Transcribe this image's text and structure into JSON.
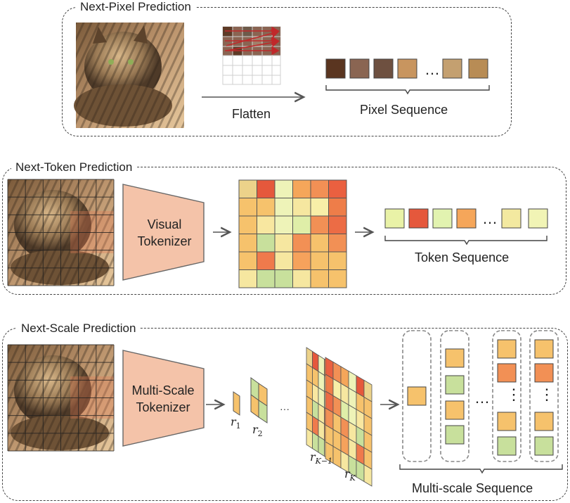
{
  "panel1": {
    "title": "Next-Pixel Prediction",
    "flatten_label": "Flatten",
    "sequence_label": "Pixel Sequence",
    "ellipsis": "…"
  },
  "panel2": {
    "title": "Next-Token Prediction",
    "tokenizer_line1": "Visual",
    "tokenizer_line2": "Tokenizer",
    "sequence_label": "Token Sequence",
    "ellipsis": "…"
  },
  "panel3": {
    "title": "Next-Scale Prediction",
    "tokenizer_line1": "Multi-Scale",
    "tokenizer_line2": "Tokenizer",
    "sequence_label": "Multi-scale Sequence",
    "r1": "r",
    "r1_sub": "1",
    "r2": "r",
    "r2_sub": "2",
    "rk1": "r",
    "rk1_sub": "K−1",
    "rk": "r",
    "rk_sub": "K",
    "ellipsis": "…",
    "vdots": "⋮"
  },
  "colors": {
    "pixel_seq": [
      "#5a3520",
      "#8a6552",
      "#6e5040",
      "#c8955f",
      "#c4a070",
      "#b88c55"
    ],
    "token_seq": [
      "#e9f2a7",
      "#e5583c",
      "#e2f3b0",
      "#f5a65a",
      "#f3e9a0",
      "#f1f4b5"
    ],
    "tokenizer_fill": "#f4c3a9",
    "token_grid": [
      [
        "#ecd28a",
        "#e5583c",
        "#eef3b8",
        "#f5a65a",
        "#f29055",
        "#ea6040"
      ],
      [
        "#f6c26c",
        "#f6c26c",
        "#eef3b8",
        "#f6e7a0",
        "#f8efa8",
        "#ee7d49"
      ],
      [
        "#f6c26c",
        "#f8e7a0",
        "#eef3b8",
        "#dfeea8",
        "#f29055",
        "#ec6c45"
      ],
      [
        "#f6c26c",
        "#c8e09c",
        "#f6e7a0",
        "#f29055",
        "#f6c26c",
        "#f29055"
      ],
      [
        "#f6c26c",
        "#ef7a4c",
        "#f6e7a0",
        "#f6a25c",
        "#f6c26c",
        "#f6c26c"
      ],
      [
        "#f6e7a0",
        "#c8e09c",
        "#c8e09c",
        "#f6e7a0",
        "#f6c26c",
        "#f6c26c"
      ]
    ]
  }
}
